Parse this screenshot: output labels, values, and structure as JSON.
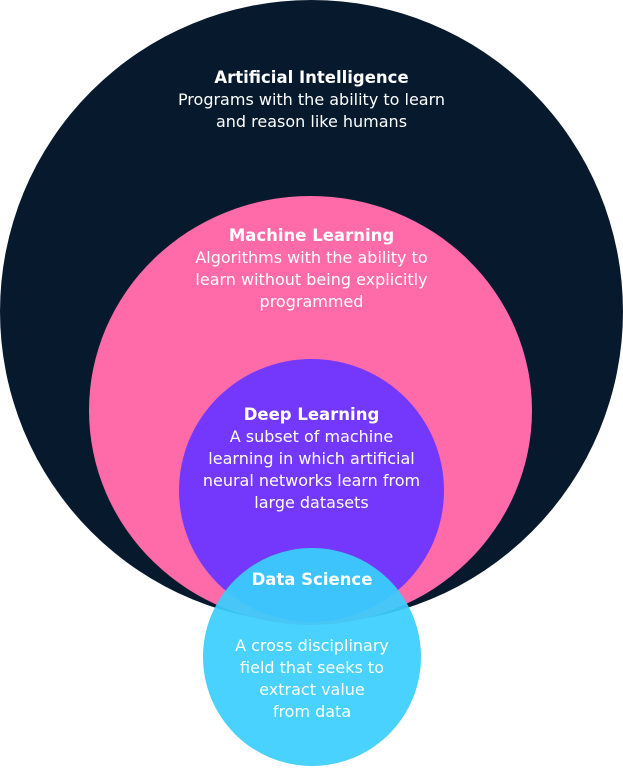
{
  "diagram": {
    "ai": {
      "title": "Artificial Intelligence",
      "description": "Programs with the ability to learn\nand reason like humans",
      "color": "#071a2d"
    },
    "ml": {
      "title": "Machine Learning",
      "description": "Algorithms with the ability to\nlearn without being explicitly\nprogrammed",
      "color": "#ff6aa8"
    },
    "dl": {
      "title": "Deep Learning",
      "description": "A subset of machine\nlearning in which artificial\nneural networks learn from\nlarge datasets",
      "color": "#7438fd"
    },
    "ds": {
      "title": "Data Science",
      "description": "A cross disciplinary\nfield that seeks to\nextract value\nfrom data",
      "color": "#3acffd"
    }
  }
}
